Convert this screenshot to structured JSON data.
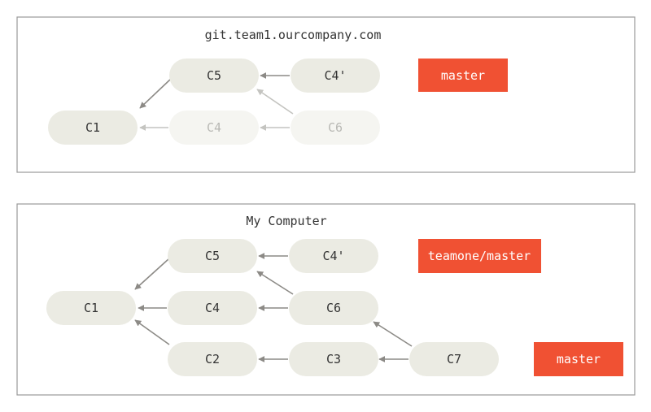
{
  "colors": {
    "commit_fill": "#ebebe3",
    "commit_fill_faded": "#f5f5f1",
    "branch_fill": "#f05133",
    "arrow": "#8c8a86",
    "arrow_faded": "#c4c4c0"
  },
  "panels": [
    {
      "id": "server",
      "title": "git.team1.ourcompany.com",
      "commits": [
        {
          "id": "C5",
          "label": "C5",
          "faded": false
        },
        {
          "id": "C4p",
          "label": "C4'",
          "faded": false
        },
        {
          "id": "C1",
          "label": "C1",
          "faded": false
        },
        {
          "id": "C4",
          "label": "C4",
          "faded": true
        },
        {
          "id": "C6",
          "label": "C6",
          "faded": true
        }
      ],
      "branches": [
        {
          "id": "master",
          "label": "master",
          "target": "C4p"
        }
      ],
      "edges": [
        {
          "from": "C5",
          "to": "C1",
          "faded": false
        },
        {
          "from": "C4p",
          "to": "C5",
          "faded": false
        },
        {
          "from": "C4",
          "to": "C1",
          "faded": true
        },
        {
          "from": "C6",
          "to": "C4",
          "faded": true
        },
        {
          "from": "C6",
          "to": "C5",
          "faded": true
        }
      ]
    },
    {
      "id": "local",
      "title": "My Computer",
      "commits": [
        {
          "id": "C5",
          "label": "C5",
          "faded": false
        },
        {
          "id": "C4p",
          "label": "C4'",
          "faded": false
        },
        {
          "id": "C1",
          "label": "C1",
          "faded": false
        },
        {
          "id": "C4",
          "label": "C4",
          "faded": false
        },
        {
          "id": "C6",
          "label": "C6",
          "faded": false
        },
        {
          "id": "C2",
          "label": "C2",
          "faded": false
        },
        {
          "id": "C3",
          "label": "C3",
          "faded": false
        },
        {
          "id": "C7",
          "label": "C7",
          "faded": false
        }
      ],
      "branches": [
        {
          "id": "teamone-master",
          "label": "teamone/master",
          "target": "C4p"
        },
        {
          "id": "master",
          "label": "master",
          "target": "C7"
        }
      ],
      "edges": [
        {
          "from": "C5",
          "to": "C1",
          "faded": false
        },
        {
          "from": "C4",
          "to": "C1",
          "faded": false
        },
        {
          "from": "C2",
          "to": "C1",
          "faded": false
        },
        {
          "from": "C4p",
          "to": "C5",
          "faded": false
        },
        {
          "from": "C6",
          "to": "C5",
          "faded": false
        },
        {
          "from": "C6",
          "to": "C4",
          "faded": false
        },
        {
          "from": "C3",
          "to": "C2",
          "faded": false
        },
        {
          "from": "C7",
          "to": "C3",
          "faded": false
        },
        {
          "from": "C7",
          "to": "C6",
          "faded": false
        }
      ]
    }
  ]
}
